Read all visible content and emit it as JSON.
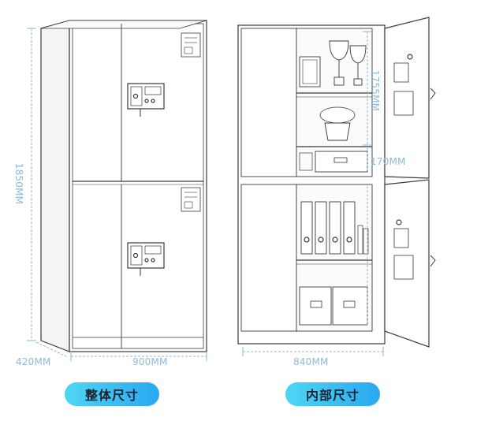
{
  "dimensions": {
    "overall_height": "1850MM",
    "depth": "420MM",
    "overall_width": "900MM",
    "inner_height": "1755MM",
    "drawer_height": "170MM",
    "inner_width": "840MM"
  },
  "labels": {
    "overall": "整体尺寸",
    "interior": "内部尺寸"
  },
  "colors": {
    "dimension_line": "#8fb9d6",
    "pill_start": "#4fd6f3",
    "pill_end": "#2aa8f2",
    "sketch_line": "#3a3a3a"
  }
}
